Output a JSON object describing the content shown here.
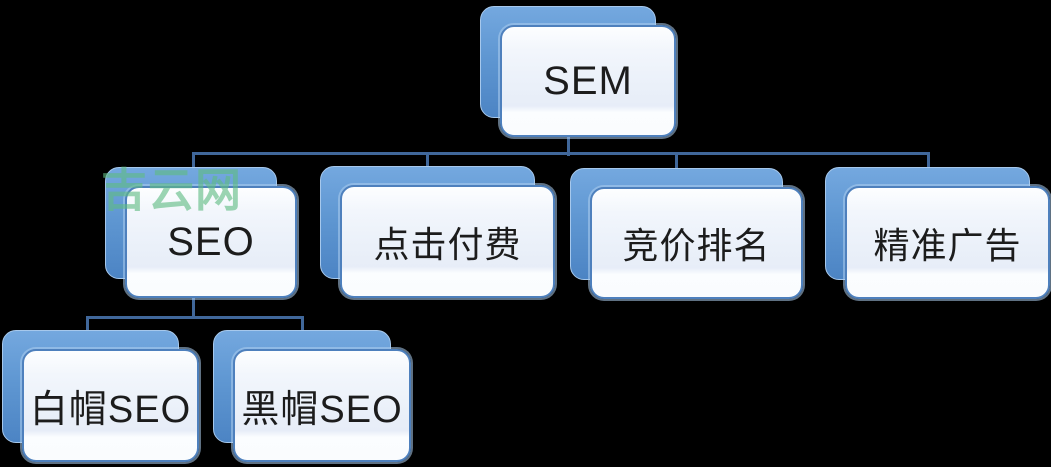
{
  "diagram": {
    "type": "org-chart",
    "root": "SEM",
    "edges": [
      [
        "SEM",
        "SEO"
      ],
      [
        "SEM",
        "点击付费"
      ],
      [
        "SEM",
        "竞价排名"
      ],
      [
        "SEM",
        "精准广告"
      ],
      [
        "SEO",
        "白帽SEO"
      ],
      [
        "SEO",
        "黑帽SEO"
      ]
    ]
  },
  "nodes": {
    "sem": {
      "label": "SEM"
    },
    "seo": {
      "label": "SEO"
    },
    "ppc": {
      "label": "点击付费"
    },
    "bid": {
      "label": "竞价排名"
    },
    "ads": {
      "label": "精准广告"
    },
    "white_hat": {
      "label": "白帽SEO"
    },
    "black_hat": {
      "label": "黑帽SEO"
    }
  },
  "watermark": {
    "text": "吉云网",
    "color": "#5fbc83"
  },
  "colors": {
    "background": "#000000",
    "node_shadow_top": "#74a8df",
    "node_shadow_bottom": "#4c84c4",
    "card_border": "#4e80bd",
    "card_fill_tint": "#e9eff9",
    "connector": "#40679a",
    "node_text": "#1c1c1c"
  }
}
